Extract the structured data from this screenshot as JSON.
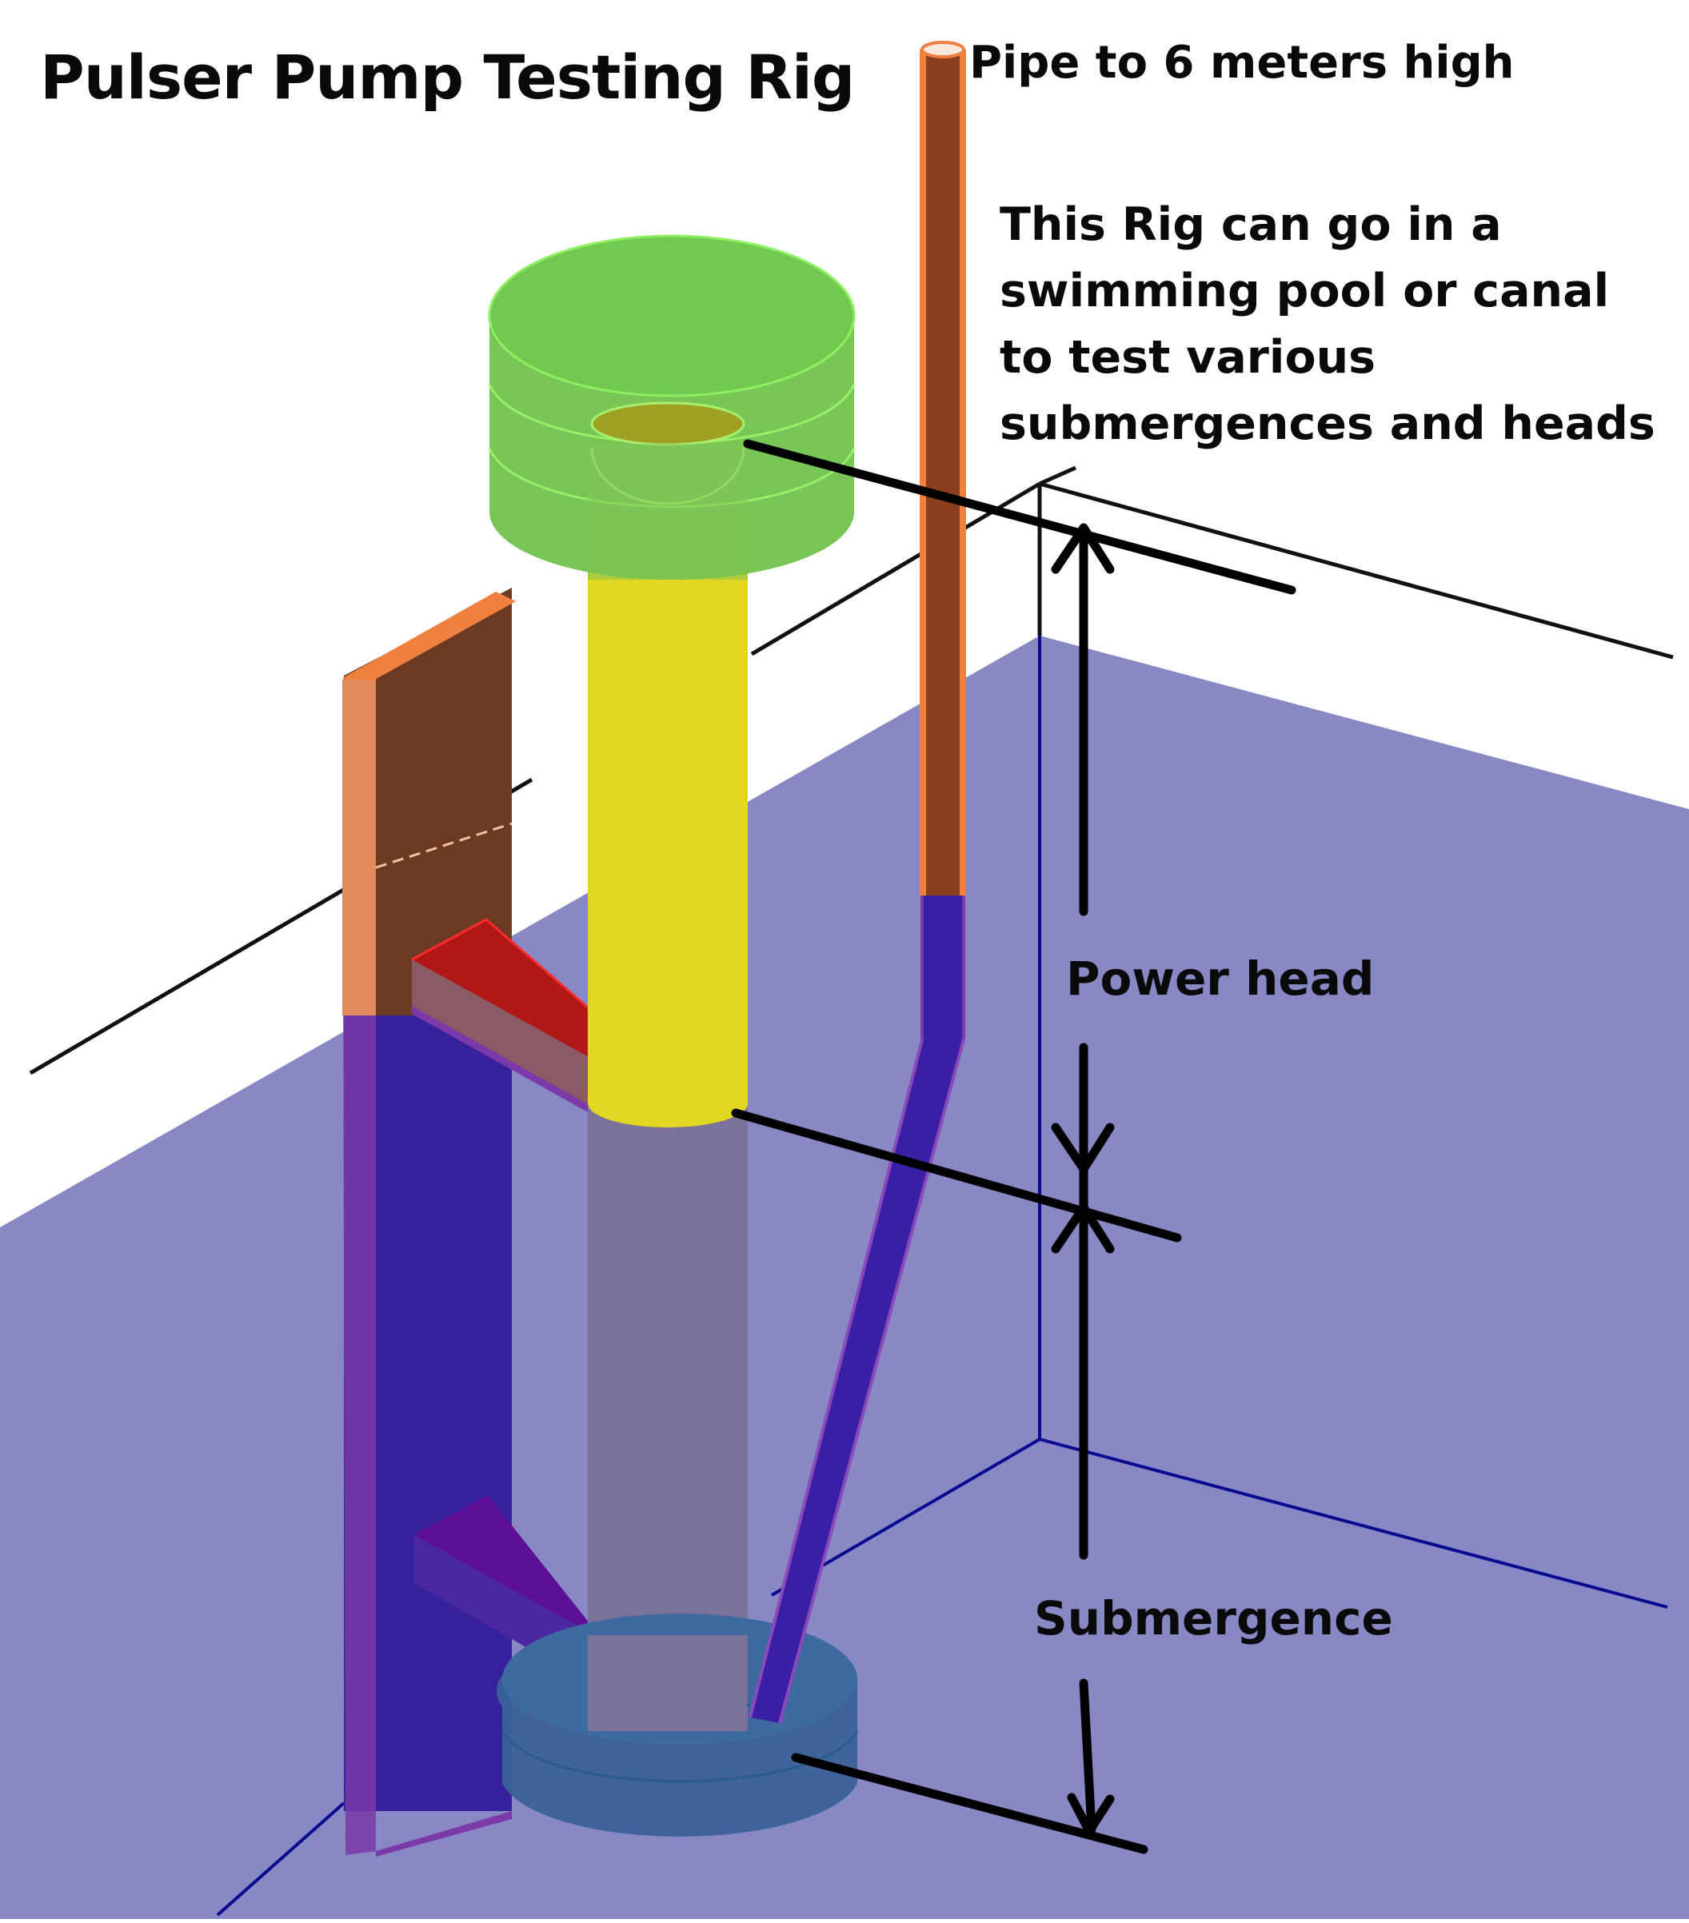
{
  "title": "Pulser Pump Testing Rig",
  "labels": {
    "pipe": "Pipe to 6 meters high",
    "description": [
      "This Rig can go in a",
      "swimming pool or canal",
      "to test various",
      "submergences and heads"
    ],
    "power_head": "Power head",
    "submergence": "Submergence"
  },
  "colors": {
    "water": "#8888c4",
    "green_tank": "#6cc04a",
    "yellow_pipe": "#e2d723",
    "brown_pipe": "#8a3f1c",
    "pipe_outline": "#f08040",
    "submerged_blue": "#351e9a",
    "bottom_chamber": "#3a6298",
    "red_bracket": "#b01a1a",
    "purple_bracket": "#5a1090"
  }
}
